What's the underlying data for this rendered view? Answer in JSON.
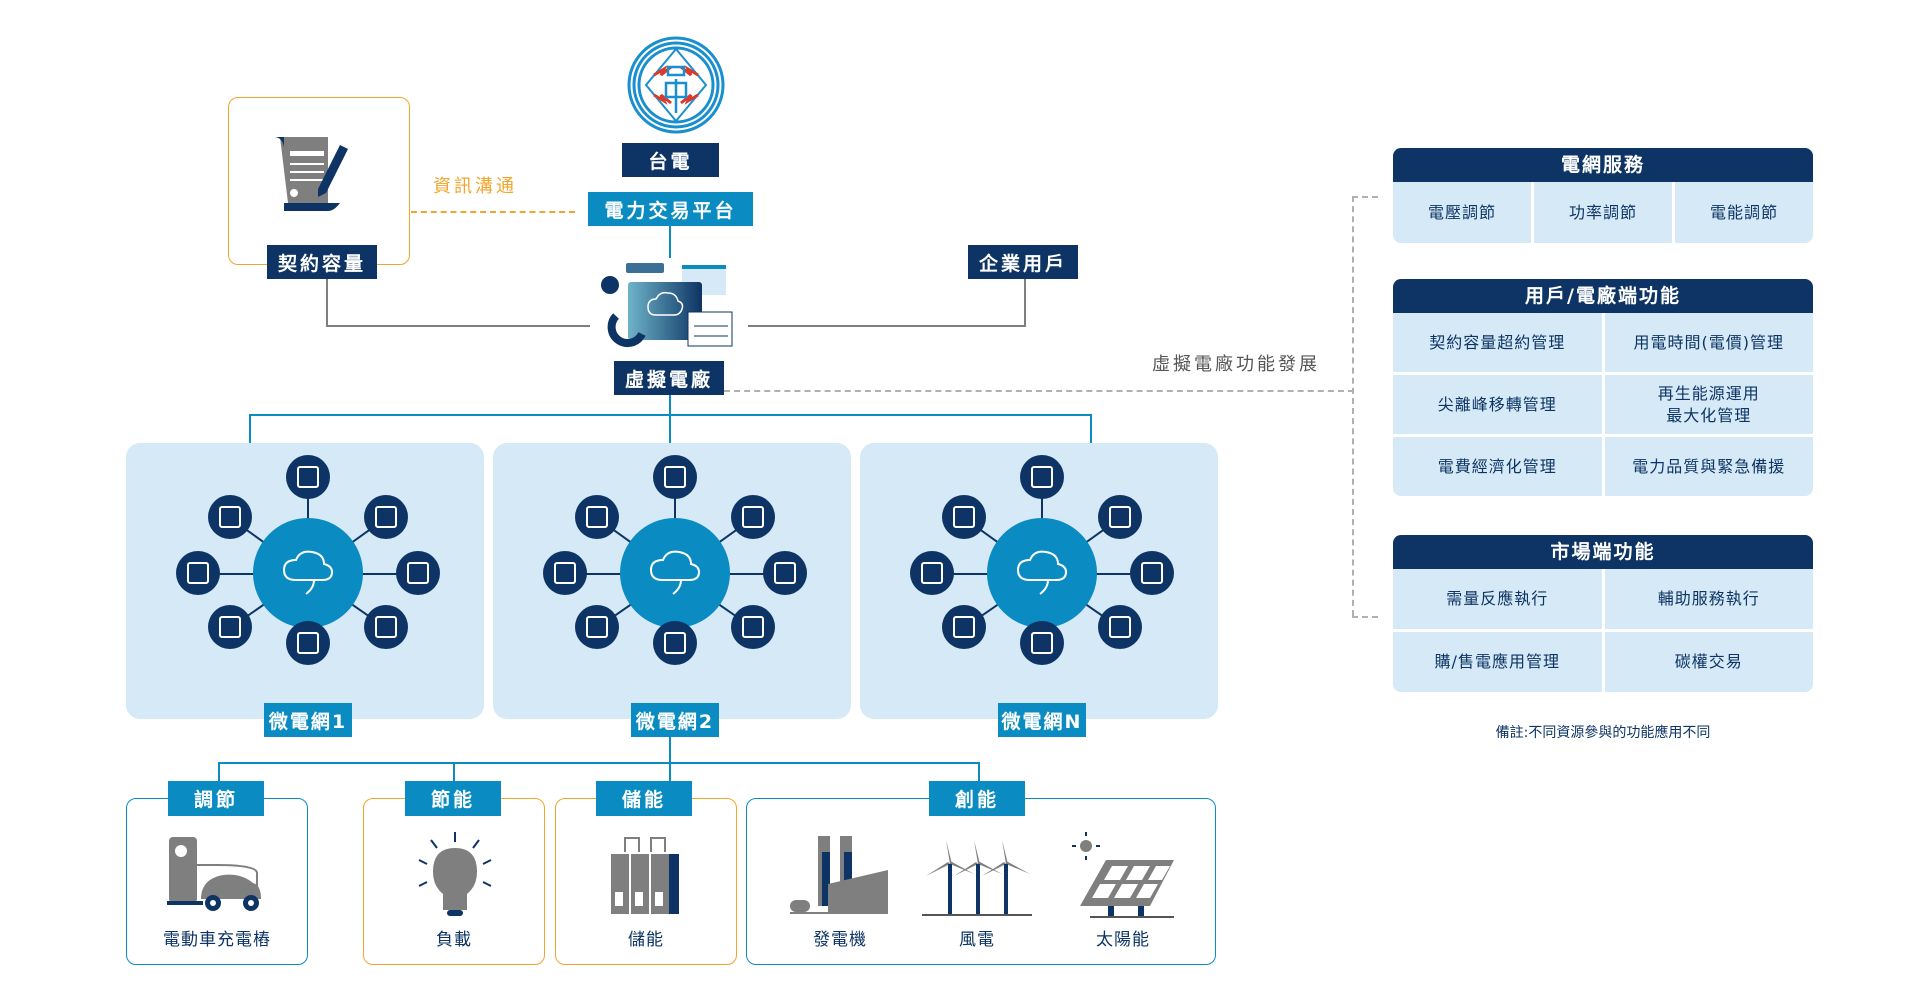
{
  "taipower": {
    "logo": "taipower-logo",
    "label": "台電",
    "platform": "電力交易平台"
  },
  "contract": {
    "label": "契約容量",
    "icon": "contract-document-icon",
    "comm_label": "資訊溝通"
  },
  "enterprise": {
    "label": "企業用戶"
  },
  "vpp": {
    "label": "虛擬電廠",
    "icon": "vpp-dashboard-icon",
    "function_dev_label": "虛擬電廠功能發展"
  },
  "microgrids": [
    {
      "label": "微電網1"
    },
    {
      "label": "微電網2"
    },
    {
      "label": "微電網N"
    }
  ],
  "microgrid_icons": [
    "battery-icon",
    "ev-charger-icon",
    "factory-icon",
    "house-icon",
    "substation-building-icon",
    "wind-turbine-icon",
    "community-users-icon",
    "solar-panel-icon"
  ],
  "categories": [
    {
      "tag": "調節",
      "items": [
        {
          "label": "電動車充電樁",
          "icon": "ev-charging-car-icon"
        }
      ]
    },
    {
      "tag": "節能",
      "items": [
        {
          "label": "負載",
          "icon": "lightbulb-icon"
        }
      ]
    },
    {
      "tag": "儲能",
      "items": [
        {
          "label": "儲能",
          "icon": "battery-storage-icon"
        }
      ]
    },
    {
      "tag": "創能",
      "items": [
        {
          "label": "發電機",
          "icon": "power-plant-icon"
        },
        {
          "label": "風電",
          "icon": "wind-farm-icon"
        },
        {
          "label": "太陽能",
          "icon": "solar-panel-icon"
        }
      ]
    }
  ],
  "panels": {
    "grid_services": {
      "title": "電網服務",
      "cells": [
        "電壓調節",
        "功率調節",
        "電能調節"
      ]
    },
    "user_plant": {
      "title": "用戶/電廠端功能",
      "cells": [
        "契約容量超約管理",
        "用電時間(電價)管理",
        "尖離峰移轉管理",
        "再生能源運用\n最大化管理",
        "電費經濟化管理",
        "電力品質與緊急備援"
      ]
    },
    "market": {
      "title": "市場端功能",
      "cells": [
        "需量反應執行",
        "輔助服務執行",
        "購/售電應用管理",
        "碳權交易"
      ]
    },
    "note": "備註:不同資源參與的功能應用不同"
  },
  "colors": {
    "navy": "#0d3464",
    "blue": "#0a8cc3",
    "light_blue": "#d6e9f6",
    "orange": "#f2a52c",
    "gray": "#7f7f7f"
  }
}
